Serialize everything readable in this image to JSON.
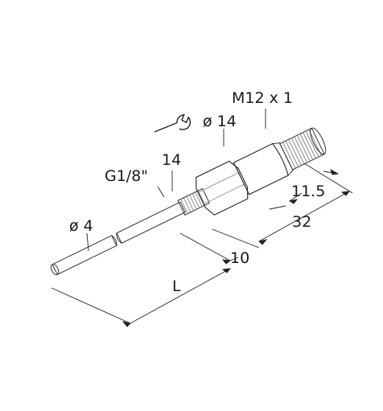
{
  "labels": {
    "thread_connector": "M12 x 1",
    "diameter_body": "ø 14",
    "wrench_size": "14",
    "process_thread": "G1/8\"",
    "diameter_probe": "ø 4",
    "dim_11_5": "11.5",
    "dim_32": "32",
    "dim_10": "10",
    "dim_L": "L"
  },
  "icons": {
    "wrench": "wrench-icon"
  }
}
